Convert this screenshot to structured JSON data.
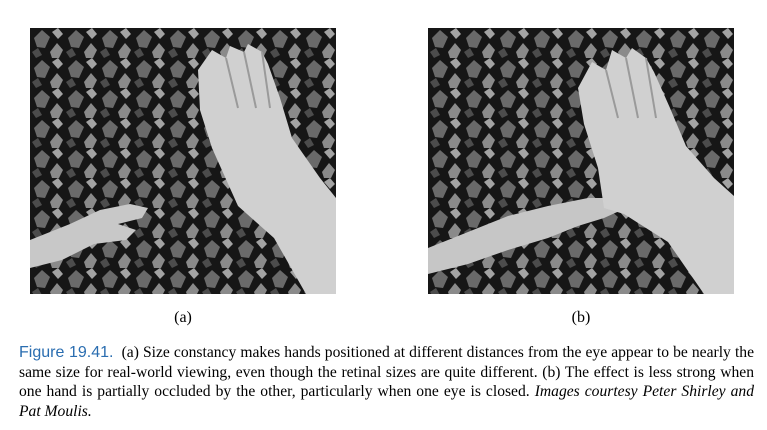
{
  "panels": [
    {
      "label": "(a)",
      "image": "ivy background with two hands far apart"
    },
    {
      "label": "(b)",
      "image": "ivy background with one hand partially occluding the other"
    }
  ],
  "caption": {
    "figure_number": "Figure 19.41.",
    "text": "(a) Size constancy makes hands positioned at different distances from the eye appear to be nearly the same size for real-world viewing, even though the retinal sizes are quite different. (b) The effect is less strong when one hand is partially occluded by the other, particularly when one eye is closed.",
    "credit": "Images courtesy Peter Shirley and Pat Moulis."
  }
}
